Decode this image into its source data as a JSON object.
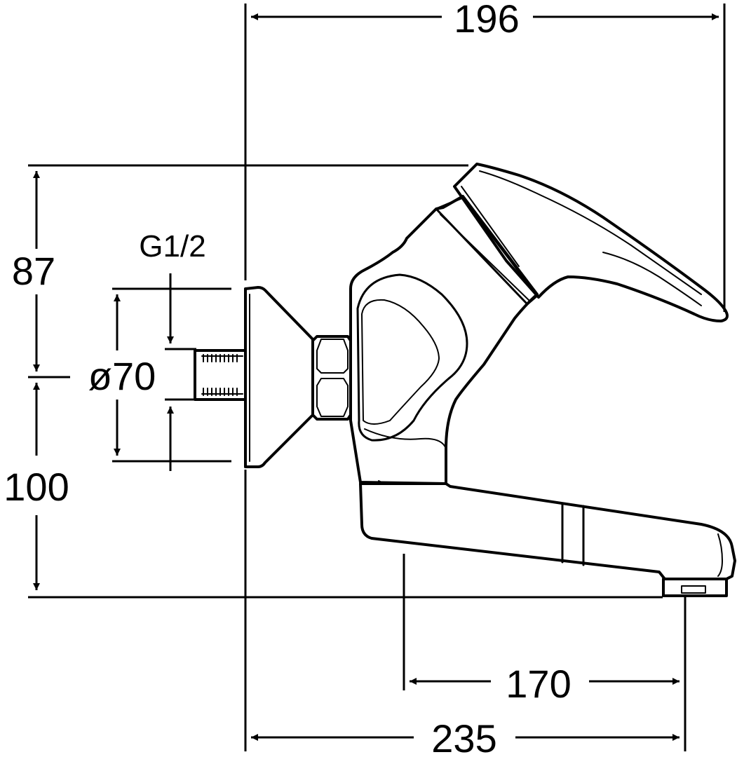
{
  "dimensions": {
    "width_top": "196",
    "height_upper": "87",
    "height_lower": "100",
    "thread": "G1/2",
    "escutcheon_diameter": "ø70",
    "spout_reach": "170",
    "overall_length": "235"
  }
}
